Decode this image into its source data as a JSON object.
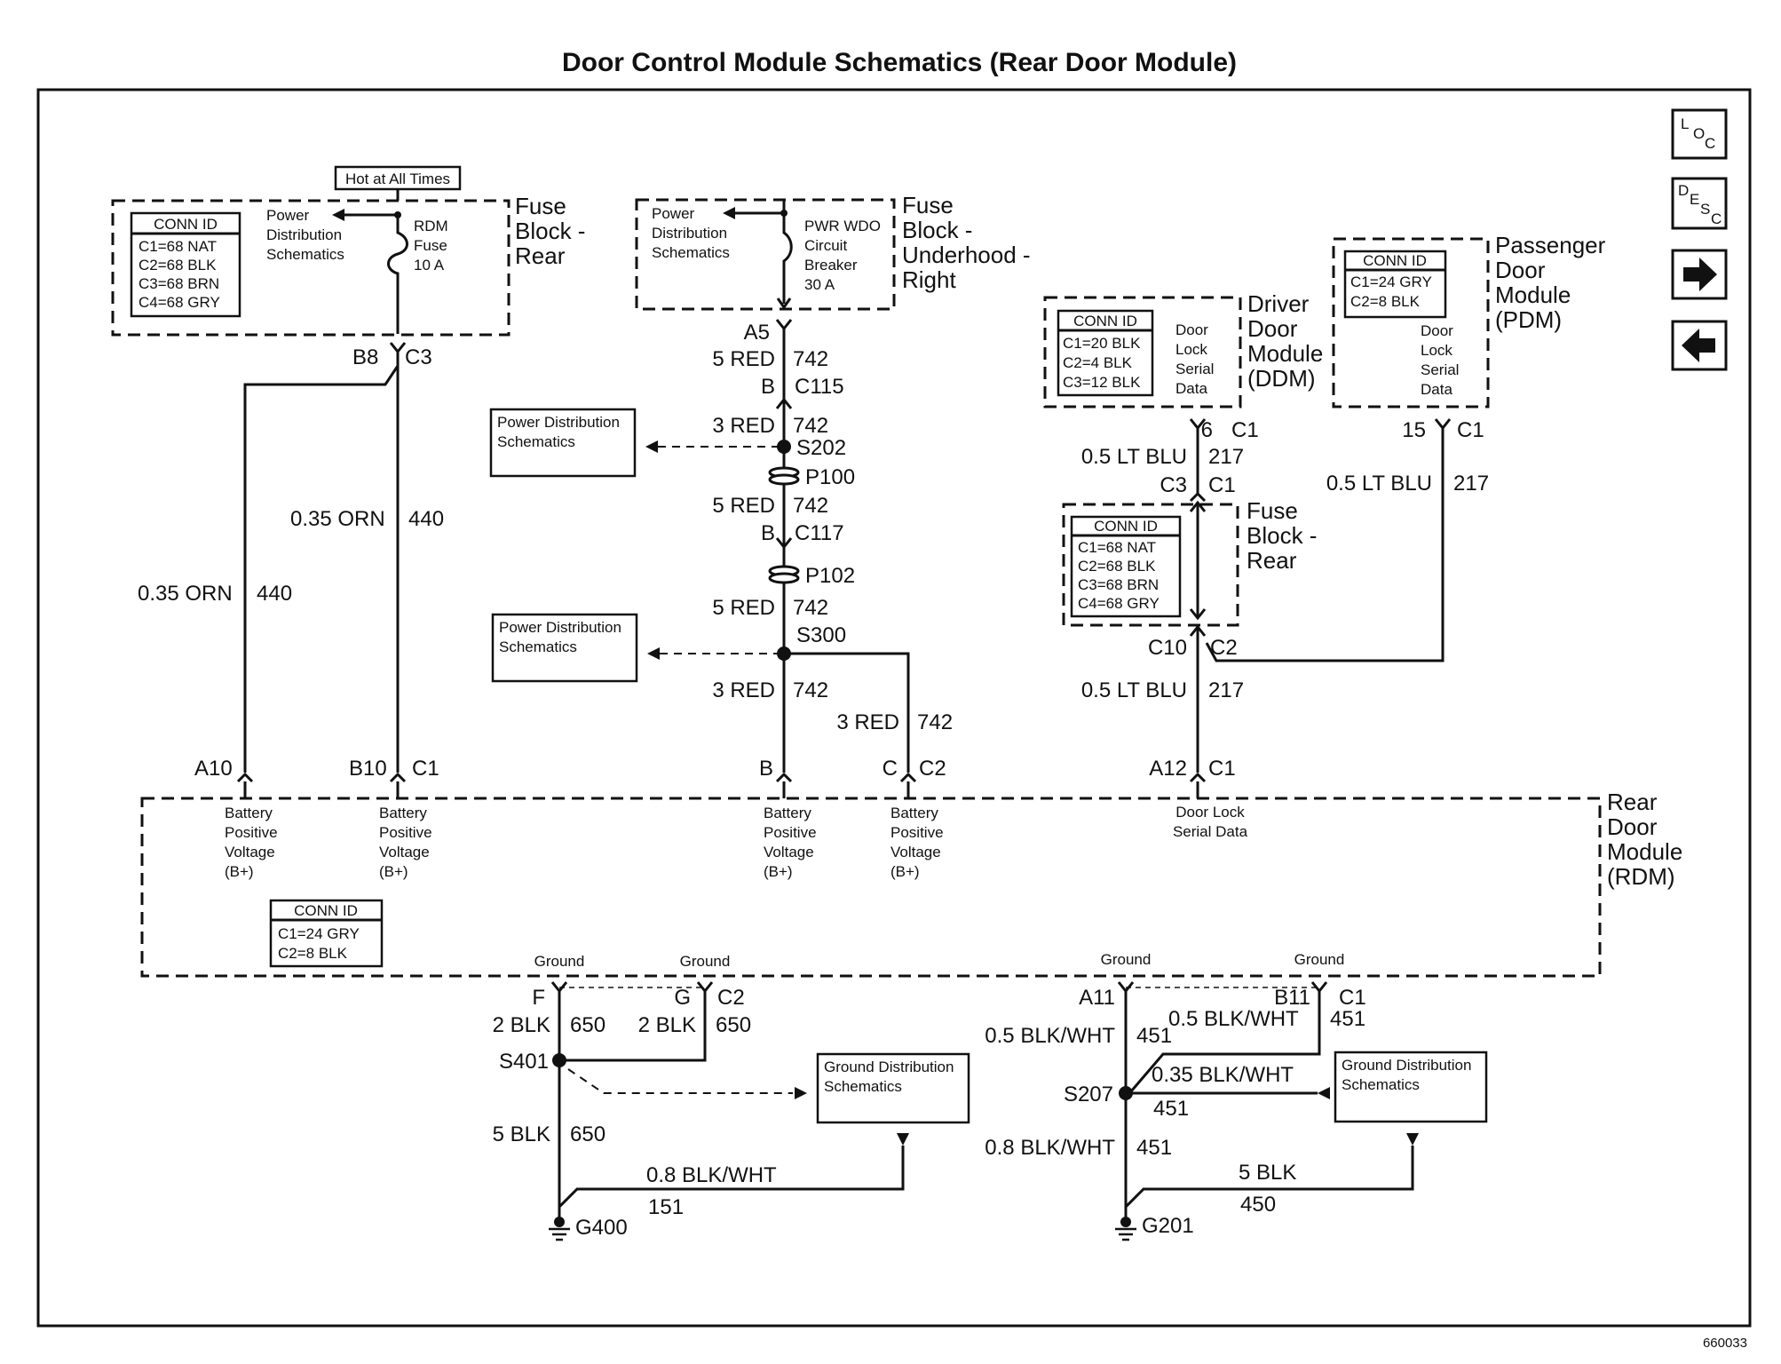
{
  "title": "Door Control Module Schematics (Rear Door Module)",
  "figure_id": "660033",
  "nav": {
    "loc": [
      "L",
      "O",
      "C"
    ],
    "desc": [
      "D",
      "E",
      "S",
      "C"
    ]
  },
  "fuse_rear": {
    "lines": [
      "Fuse",
      "Block -",
      "Rear"
    ],
    "hot": "Hot at All Times",
    "conn_title": "CONN ID",
    "conn": [
      "C1=68 NAT",
      "C2=68 BLK",
      "C3=68 BRN",
      "C4=68 GRY"
    ],
    "pd": [
      "Power",
      "Distribution",
      "Schematics"
    ],
    "fuse": [
      "RDM",
      "Fuse",
      "10 A"
    ]
  },
  "fuse_underhood": {
    "lines": [
      "Fuse",
      "Block -",
      "Underhood -",
      "Right"
    ],
    "pd": [
      "Power",
      "Distribution",
      "Schematics"
    ],
    "breaker": [
      "PWR WDO",
      "Circuit",
      "Breaker",
      "30 A"
    ]
  },
  "ddm": {
    "lines": [
      "Driver",
      "Door",
      "Module",
      "(DDM)"
    ],
    "conn_title": "CONN ID",
    "conn": [
      "C1=20 BLK",
      "C2=4 BLK",
      "C3=12 BLK"
    ],
    "pin": [
      "Door",
      "Lock",
      "Serial",
      "Data"
    ]
  },
  "pdm": {
    "lines": [
      "Passenger",
      "Door",
      "Module",
      "(PDM)"
    ],
    "conn_title": "CONN ID",
    "conn": [
      "C1=24 GRY",
      "C2=8 BLK"
    ],
    "pin": [
      "Door",
      "Lock",
      "Serial",
      "Data"
    ]
  },
  "fuse_rear2": {
    "lines": [
      "Fuse",
      "Block -",
      "Rear"
    ],
    "conn_title": "CONN ID",
    "conn": [
      "C1=68 NAT",
      "C2=68 BLK",
      "C3=68 BRN",
      "C4=68 GRY"
    ]
  },
  "rdm": {
    "lines": [
      "Rear",
      "Door",
      "Module",
      "(RDM)"
    ],
    "conn_title": "CONN ID",
    "conn": [
      "C1=24 GRY",
      "C2=8 BLK"
    ],
    "bplus": [
      "Battery",
      "Positive",
      "Voltage",
      "(B+)"
    ],
    "dlsd": [
      "Door Lock",
      "Serial Data"
    ],
    "ground": "Ground"
  },
  "refs": {
    "pd": [
      "Power Distribution",
      "Schematics"
    ],
    "gd": [
      "Ground Distribution",
      "Schematics"
    ]
  },
  "labels": {
    "b8": "B8",
    "c3": "C3",
    "a5": "A5",
    "b": "B",
    "c115": "C115",
    "c117": "C117",
    "s202": "S202",
    "p100": "P100",
    "p102": "P102",
    "s300": "S300",
    "a10": "A10",
    "b10": "B10",
    "c1": "C1",
    "c": "C",
    "c2": "C2",
    "w035orn": "0.35 ORN",
    "n440": "440",
    "w5red": "5 RED",
    "w3red": "3 RED",
    "n742": "742",
    "w05ltblu": "0.5 LT BLU",
    "n217": "217",
    "p6": "6",
    "p15": "15",
    "p_c3": "C3",
    "c10": "C10",
    "a12": "A12",
    "f": "F",
    "g": "G",
    "w2blk": "2 BLK",
    "n650": "650",
    "s401": "S401",
    "w5blk": "5 BLK",
    "w08blkwht": "0.8 BLK/WHT",
    "n151": "151",
    "g400": "G400",
    "a11": "A11",
    "b11": "B11",
    "w05blkwht": "0.5 BLK/WHT",
    "n451": "451",
    "w035blkwht": "0.35 BLK/WHT",
    "s207": "S207",
    "n450": "450",
    "g201": "G201"
  }
}
